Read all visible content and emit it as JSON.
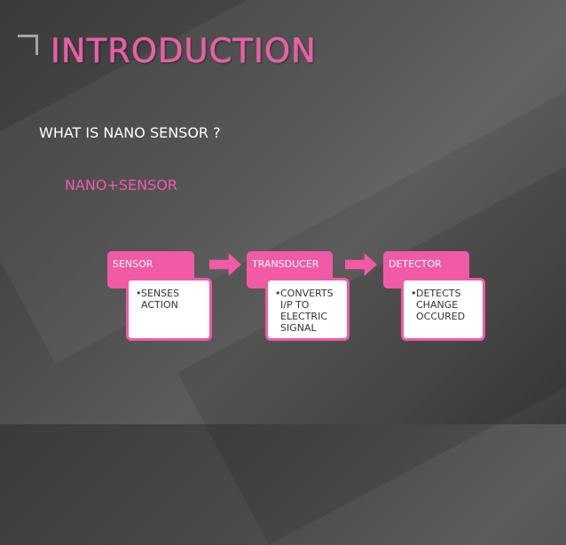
{
  "slide": {
    "title": "INTRODUCTION",
    "question": "WHAT IS NANO SENSOR ?",
    "subtitle": "NANO+SENSOR"
  },
  "process": [
    {
      "label": "SENSOR",
      "detail": "SENSES ACTION"
    },
    {
      "label": "TRANSDUCER",
      "detail": "CONVERTS I/P TO ELECTRIC SIGNAL"
    },
    {
      "label": "DETECTOR",
      "detail": "DETECTS CHANGE OCCURED"
    }
  ],
  "colors": {
    "accent": "#f25aa6",
    "background": "#4a4a4a",
    "text": "#ffffff"
  },
  "icons": {
    "title_mark": "corner-bracket-icon",
    "arrows": "right-arrow-icon"
  }
}
